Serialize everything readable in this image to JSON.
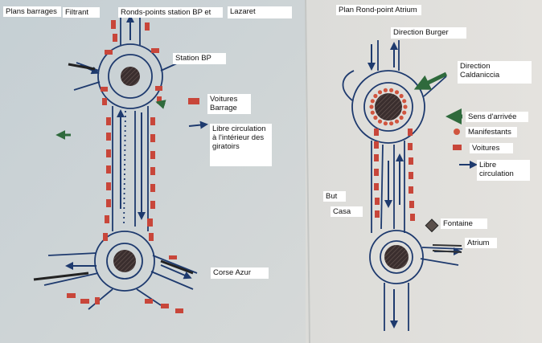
{
  "labels": {
    "plans_barrages": "Plans barrages",
    "filtrant": "Filtrant",
    "ronds_points": "Ronds-points station BP et",
    "lazaret": "Lazaret",
    "station_bp": "Station BP",
    "voitures_barrage": "Voitures\nBarrage",
    "libre_circulation_left": "Libre circulation\nà l'intérieur des\ngiratoirs",
    "corse_azur": "Corse Azur",
    "plan_rond_point_atrium": "Plan Rond-point Atrium",
    "direction_burger": "Direction Burger",
    "direction_caldaniccia": "Direction\nCaldaniccia",
    "sens_arrivee": "Sens d'arrivée",
    "manifestants": "Manifestants",
    "voitures": "Voitures",
    "libre_circulation_right": "Libre\ncirculation",
    "but": "But",
    "casa": "Casa",
    "fontaine": "Fontaine",
    "atrium": "Atrium"
  },
  "colors": {
    "paper": "#d9dcdc",
    "road": "#1e3a6e",
    "car": "#c8463a",
    "arrow_green": "#2f6a3c",
    "roundabout": "#3c3030",
    "protester": "#d0553f"
  }
}
